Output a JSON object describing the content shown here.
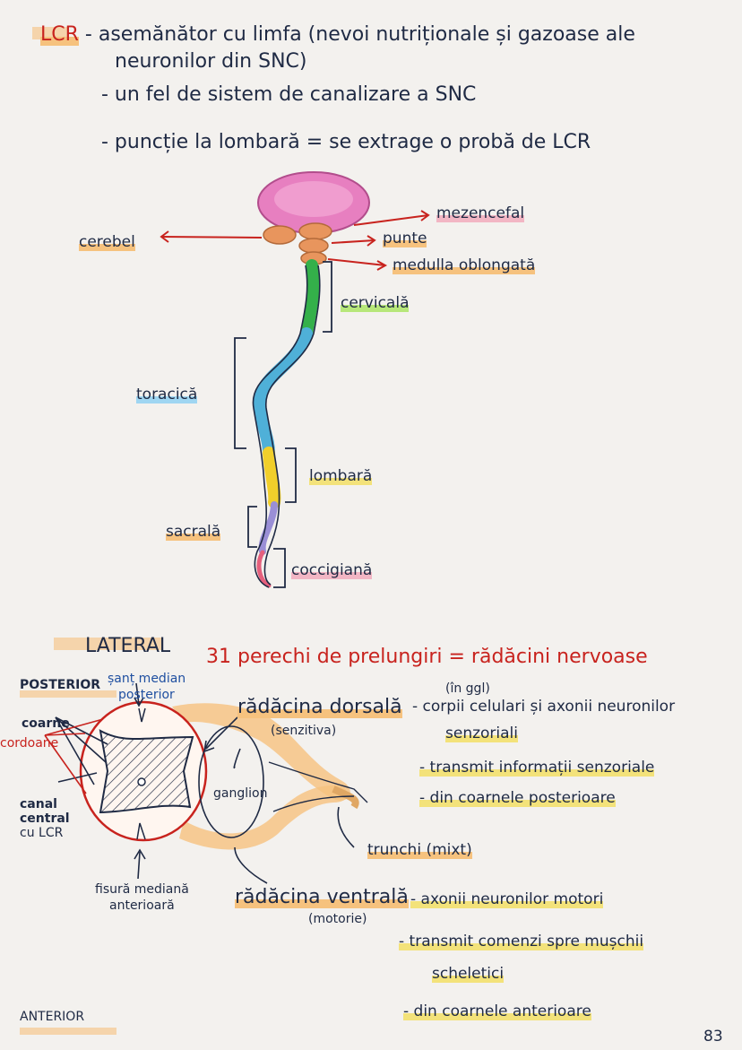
{
  "lcr": {
    "label": "LCR",
    "line1": "- asemănător cu limfa (nevoi nutriționale și gazoase ale",
    "line2": "neuronilor din SNC)",
    "line3": "- un fel de sistem de canalizare a SNC",
    "line4": "- puncție la lombară = se extrage o probă de LCR"
  },
  "spine": {
    "mezencefal": "mezencefal",
    "cerebel": "cerebel",
    "punte": "punte",
    "medulla": "medulla oblongată",
    "cervicala": "cervicală",
    "toracica": "toracică",
    "lombara": "lombară",
    "sacrala": "sacrală",
    "coccigiana": "coccigiană"
  },
  "section": {
    "lateral": "LATERAL",
    "title": "31 perechi de prelungiri = rădăcini nervoase"
  },
  "cross": {
    "posterior": "POSTERIOR",
    "sant_median": "șanț median",
    "posterior_word": "posterior",
    "coarne": "coarne",
    "cordoane": "cordoane",
    "canal_central_1": "canal",
    "canal_central_2": "central",
    "canal_central_3": "cu LCR",
    "ganglion": "ganglion",
    "fisura_1": "fisură mediană",
    "fisura_2": "anterioară",
    "anterior": "ANTERIOR"
  },
  "roots": {
    "dorsal_label": "rădăcina dorsală",
    "dorsal_sub": "(senzitiva)",
    "in_ggl": "(în ggl)",
    "dorsal_d1": "- corpii celulari și axonii neuronilor",
    "dorsal_d1b": "senzoriali",
    "dorsal_d2": "- transmit informații senzoriale",
    "dorsal_d3": "- din coarnele posterioare",
    "trunchi": "trunchi (mixt)",
    "ventral_label": "rădăcina ventrală",
    "ventral_sub": "(motorie)",
    "ventral_d1": "- axonii neuronilor motori",
    "ventral_d2": "- transmit comenzi spre mușchii",
    "ventral_d2b": "scheletici",
    "ventral_d3": "- din coarnele anterioare"
  },
  "page_number": "83",
  "colors": {
    "ink": "#1f2a44",
    "red": "#c8231e",
    "brain": "#e77fc0",
    "cerebellum": "#e8955d",
    "cervical": "#34b04a",
    "thoracic": "#4fb0d8",
    "lumbar": "#f1cf2b",
    "sacral": "#9a8fd6",
    "coccygeal": "#e5607d"
  }
}
